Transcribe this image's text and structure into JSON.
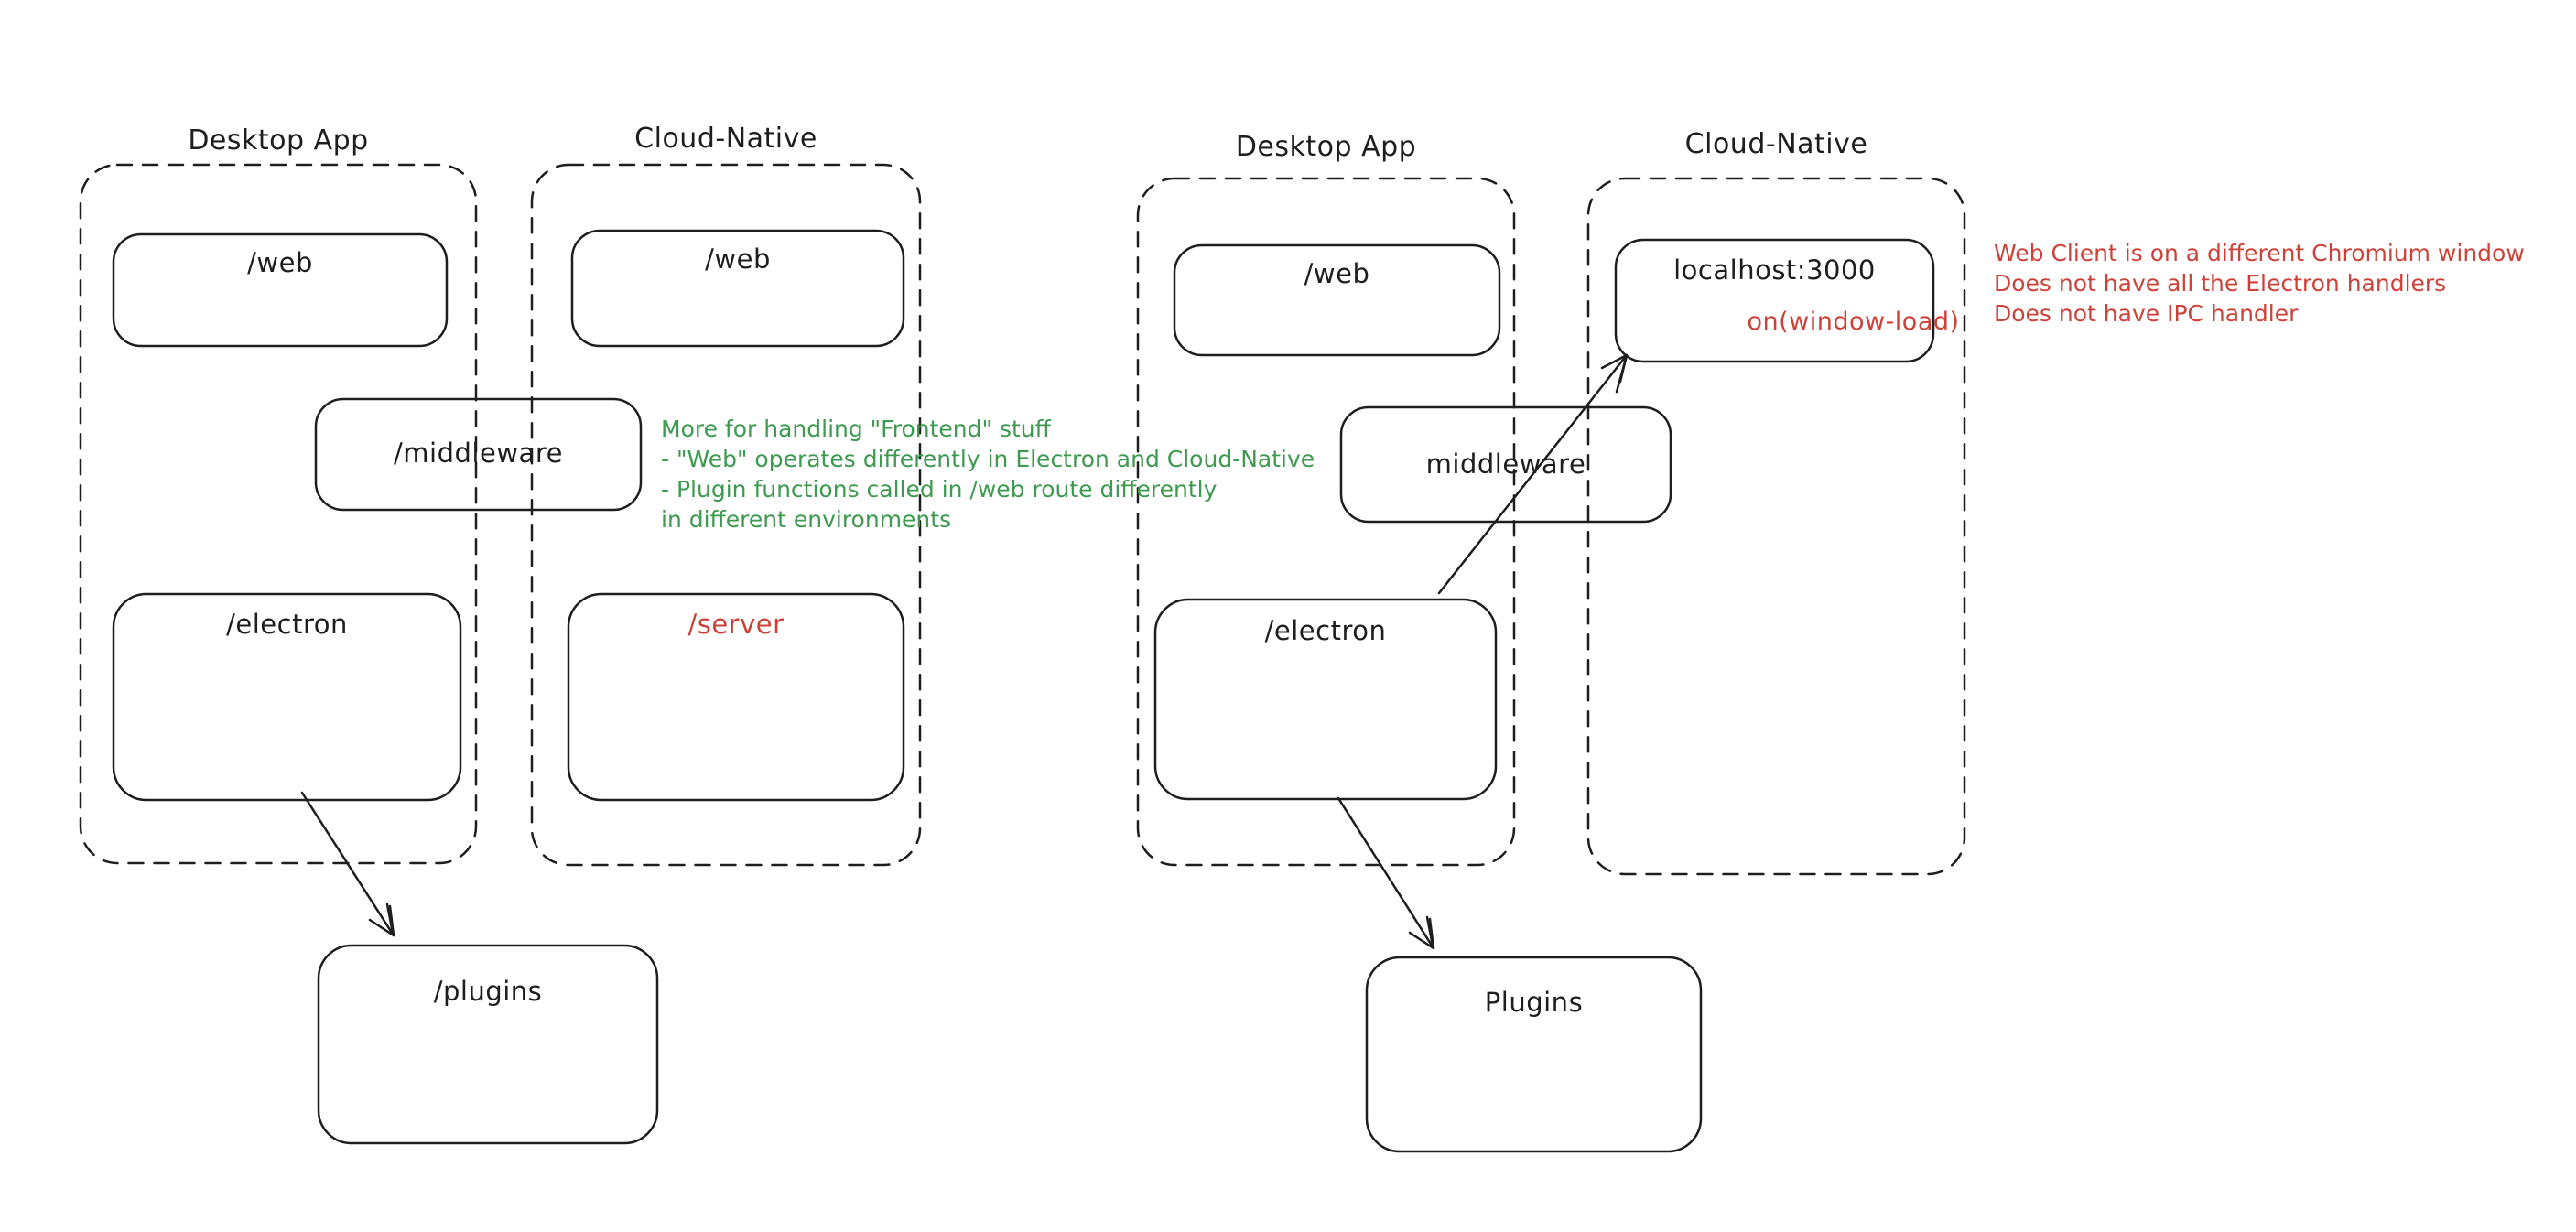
{
  "diagram_left": {
    "desktop_label": "Desktop App",
    "cloud_label": "Cloud-Native",
    "web_desktop_label": "/web",
    "web_cloud_label": "/web",
    "middleware_label": "/middleware",
    "electron_label": "/electron",
    "server_label": "/server",
    "plugins_label": "/plugins",
    "green_note": {
      "line1": "More for handling \"Frontend\" stuff",
      "line2": "- \"Web\" operates differently in Electron and Cloud-Native",
      "line3": "- Plugin functions called in /web route differently",
      "line4": "in different environments"
    }
  },
  "diagram_right": {
    "desktop_label": "Desktop App",
    "cloud_label": "Cloud-Native",
    "web_desktop_label": "/web",
    "localhost_label": "localhost:3000",
    "window_load_label": "on(window-load)",
    "middleware_label": "middleware",
    "electron_label": "/electron",
    "plugins_label": "Plugins",
    "red_note": {
      "line1": "Web Client is on a different Chromium window",
      "line2": "Does not have all the Electron handlers",
      "line3": "Does not have IPC handler"
    }
  },
  "colors": {
    "stroke": "#1e1e1e",
    "green": "#3d9a50",
    "red": "#cd4238",
    "background": "#ffffff"
  }
}
